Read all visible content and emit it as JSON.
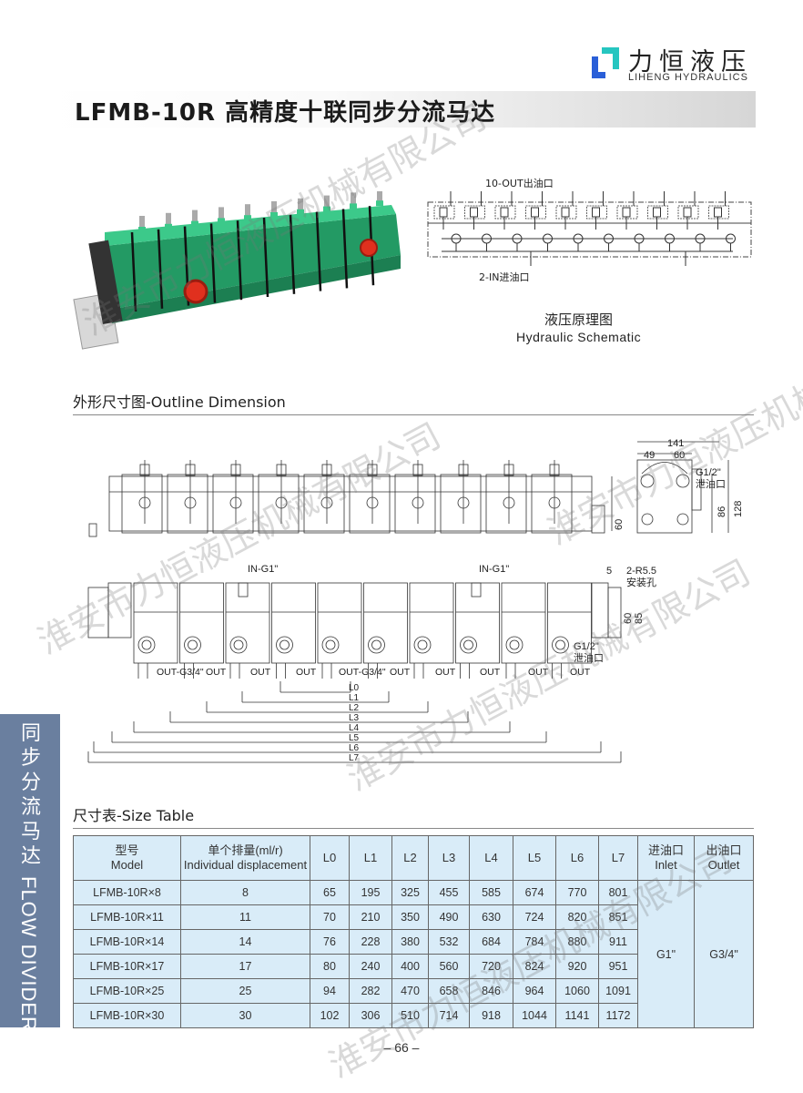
{
  "brand": {
    "cn": "力恒液压",
    "en": "LIHENG HYDRAULICS"
  },
  "title": "LFMB-10R 高精度十联同步分流马达",
  "schematic": {
    "out_label": "10-OUT出油口",
    "in_label": "2-IN进油口",
    "title_cn": "液压原理图",
    "title_en": "Hydraulic Schematic"
  },
  "outline": {
    "heading": "外形尺寸图-Outline Dimension",
    "dims": {
      "w141": "141",
      "w49": "49",
      "w60": "60",
      "h86": "86",
      "h128": "128",
      "h60": "60",
      "drain": "G1/2\"",
      "drain_cn": "泄油口",
      "in": "IN-G1\"",
      "r55": "2-R5.5",
      "mount_cn": "安装孔",
      "d5": "5",
      "d60": "60",
      "d85": "85",
      "out_g": "OUT-G3/4\"",
      "out": "OUT",
      "L": [
        "L0",
        "L1",
        "L2",
        "L3",
        "L4",
        "L5",
        "L6",
        "L7"
      ]
    }
  },
  "size_table": {
    "heading": "尺寸表-Size Table",
    "headers": {
      "model_cn": "型号",
      "model_en": "Model",
      "disp_cn": "单个排量(ml/r)",
      "disp_en": "Individual displacement",
      "L": [
        "L0",
        "L1",
        "L2",
        "L3",
        "L4",
        "L5",
        "L6",
        "L7"
      ],
      "inlet_cn": "进油口",
      "inlet_en": "Inlet",
      "outlet_cn": "出油口",
      "outlet_en": "Outlet"
    },
    "rows": [
      {
        "model": "LFMB-10R×8",
        "disp": "8",
        "L": [
          "65",
          "195",
          "325",
          "455",
          "585",
          "674",
          "770",
          "801"
        ]
      },
      {
        "model": "LFMB-10R×11",
        "disp": "11",
        "L": [
          "70",
          "210",
          "350",
          "490",
          "630",
          "724",
          "820",
          "851"
        ]
      },
      {
        "model": "LFMB-10R×14",
        "disp": "14",
        "L": [
          "76",
          "228",
          "380",
          "532",
          "684",
          "784",
          "880",
          "911"
        ]
      },
      {
        "model": "LFMB-10R×17",
        "disp": "17",
        "L": [
          "80",
          "240",
          "400",
          "560",
          "720",
          "824",
          "920",
          "951"
        ]
      },
      {
        "model": "LFMB-10R×25",
        "disp": "25",
        "L": [
          "94",
          "282",
          "470",
          "658",
          "846",
          "964",
          "1060",
          "1091"
        ]
      },
      {
        "model": "LFMB-10R×30",
        "disp": "30",
        "L": [
          "102",
          "306",
          "510",
          "714",
          "918",
          "1044",
          "1141",
          "1172"
        ]
      }
    ],
    "inlet": "G1\"",
    "outlet": "G3/4\""
  },
  "side_tab": {
    "cn": "同步分流马达",
    "en": "FLOW DIVIDER"
  },
  "page_number": "– 66 –",
  "watermark": "淮安市力恒液压机械有限公司",
  "colors": {
    "side_tab": "#6a7f9f",
    "table_bg": "#d9ecf8",
    "motor_green": "#2fb57a",
    "port_red": "#e0301e"
  }
}
